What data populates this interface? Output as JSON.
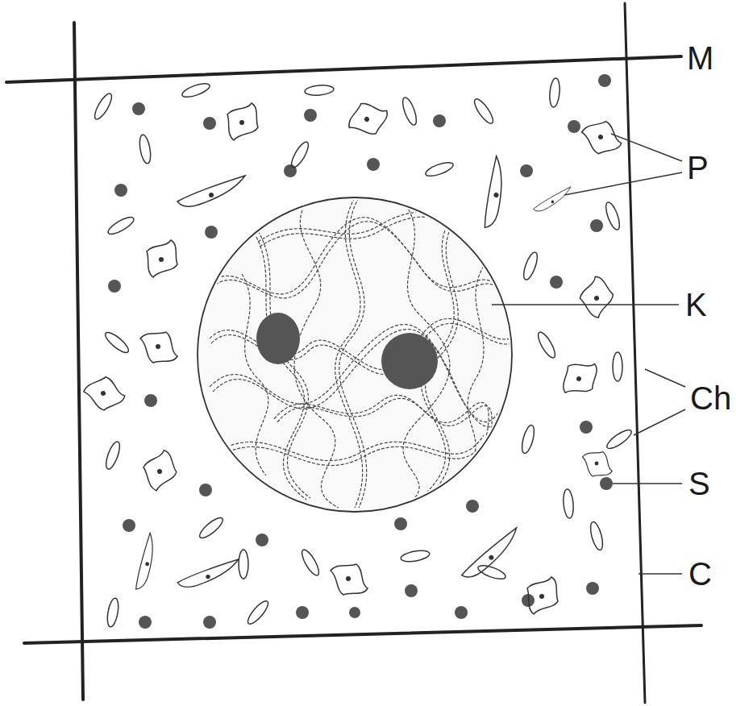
{
  "diagram": {
    "labels": [
      "M",
      "P",
      "K",
      "Ch",
      "S",
      "C"
    ]
  }
}
